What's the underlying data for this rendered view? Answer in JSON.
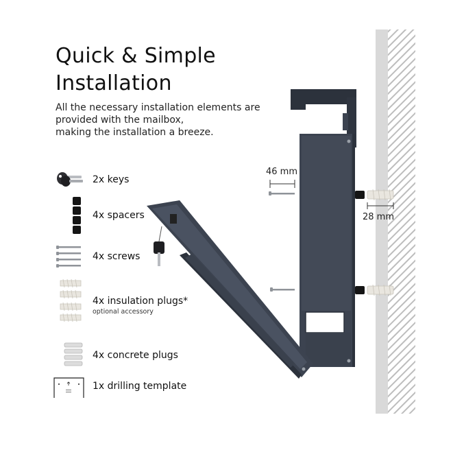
{
  "heading": {
    "line1": "Quick & Simple",
    "line2": "Installation"
  },
  "description": {
    "line1": "All the necessary installation elements are",
    "line2": "provided with the mailbox,",
    "line3": "making the installation a breeze."
  },
  "items": [
    {
      "label": "2x keys",
      "icon": "keys-icon"
    },
    {
      "label": "4x spacers",
      "icon": "spacers-icon"
    },
    {
      "label": "4x screws",
      "icon": "screws-icon"
    },
    {
      "label": "4x insulation plugs*",
      "sublabel": "optional accessory",
      "icon": "insulation-plugs-icon"
    },
    {
      "label": "4x concrete plugs",
      "icon": "concrete-plugs-icon"
    },
    {
      "label": "1x drilling template",
      "icon": "drilling-template-icon"
    }
  ],
  "dimensions": {
    "screw_length": "46 mm",
    "plug_length": "28 mm"
  },
  "colors": {
    "mailbox": "#3c4350",
    "mailbox_dark": "#2c323c",
    "wall": "#d9d9d9",
    "hatch": "#bdbdbd",
    "text": "#111111"
  }
}
